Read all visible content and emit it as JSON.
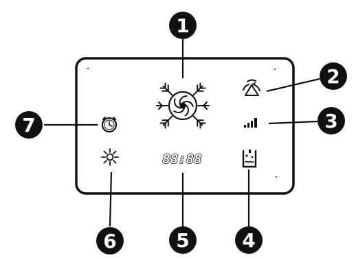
{
  "callouts": [
    {
      "number": "1",
      "icon": "fan-snowflake-icon"
    },
    {
      "number": "2",
      "icon": "water-spray-icon"
    },
    {
      "number": "3",
      "icon": "signal-strength-icon"
    },
    {
      "number": "4",
      "icon": "water-tank-icon"
    },
    {
      "number": "5",
      "icon": "digital-display"
    },
    {
      "number": "6",
      "icon": "sun-icon"
    },
    {
      "number": "7",
      "icon": "clock-icon"
    }
  ],
  "display": {
    "segment_text": "88:88"
  },
  "colors": {
    "ink": "#111111",
    "background": "#ffffff"
  }
}
